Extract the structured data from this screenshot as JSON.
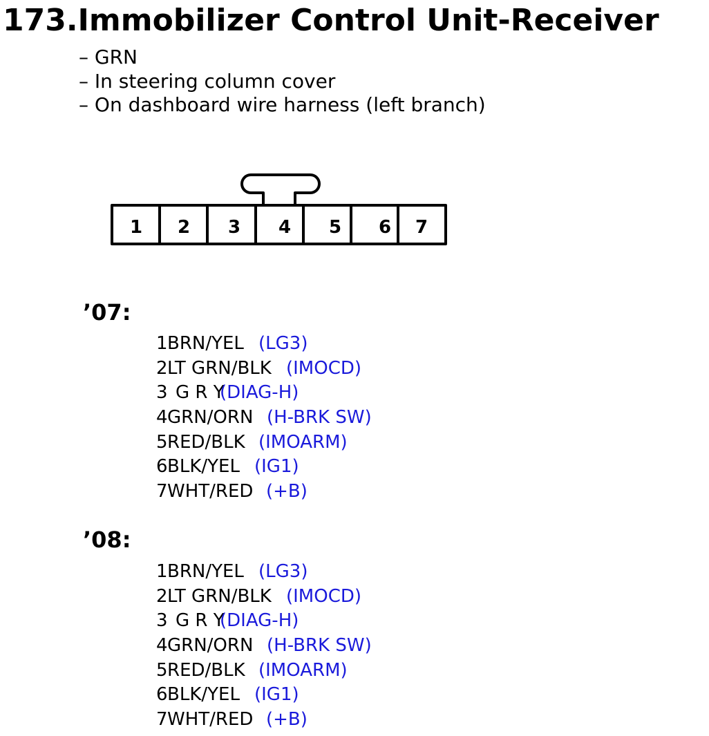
{
  "title": "173.Immobilizer Control Unit-Receiver",
  "notes": [
    "– GRN",
    "– In steering column cover",
    "– On dashboard wire harness (left branch)"
  ],
  "connector": {
    "pins": [
      "1",
      "2",
      "3",
      "4",
      "5",
      "6",
      "7"
    ]
  },
  "sections": [
    {
      "heading": "’07:",
      "pins": [
        {
          "num": "1",
          "wire": "BRN/YEL",
          "signal": "(LG3)"
        },
        {
          "num": "2",
          "wire": "LT GRN/BLK",
          "signal": "(IMOCD)"
        },
        {
          "num": "3",
          "wire": "G R Y",
          "signal": "(DIAG-H)"
        },
        {
          "num": "4",
          "wire": "GRN/ORN",
          "signal": "(H-BRK SW)"
        },
        {
          "num": "5",
          "wire": "RED/BLK",
          "signal": "(IMOARM)"
        },
        {
          "num": "6",
          "wire": "BLK/YEL",
          "signal": "(IG1)"
        },
        {
          "num": "7",
          "wire": "WHT/RED",
          "signal": "(+B)"
        }
      ]
    },
    {
      "heading": "’08:",
      "pins": [
        {
          "num": "1",
          "wire": "BRN/YEL",
          "signal": "(LG3)"
        },
        {
          "num": "2",
          "wire": "LT GRN/BLK",
          "signal": "(IMOCD)"
        },
        {
          "num": "3",
          "wire": "G R Y",
          "signal": "(DIAG-H)"
        },
        {
          "num": "4",
          "wire": "GRN/ORN",
          "signal": "(H-BRK SW)"
        },
        {
          "num": "5",
          "wire": "RED/BLK",
          "signal": "(IMOARM)"
        },
        {
          "num": "6",
          "wire": "BLK/YEL",
          "signal": "(IG1)"
        },
        {
          "num": "7",
          "wire": "WHT/RED",
          "signal": "(+B)"
        }
      ]
    }
  ],
  "colors": {
    "text": "#000000",
    "signal": "#1a1adb"
  }
}
